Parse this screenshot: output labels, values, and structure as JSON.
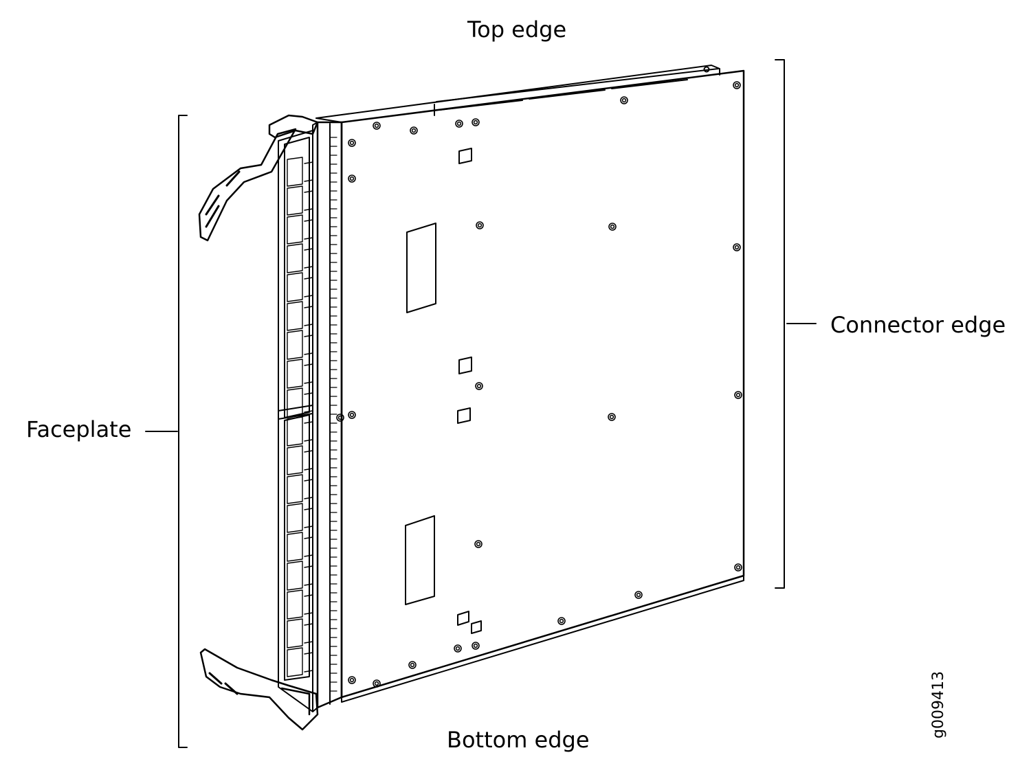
{
  "labels": {
    "top_edge": "Top edge",
    "bottom_edge": "Bottom edge",
    "connector_edge": "Connector edge",
    "faceplate": "Faceplate",
    "figure_id": "g009413"
  },
  "colors": {
    "stroke": "#000000",
    "background": "#ffffff"
  }
}
